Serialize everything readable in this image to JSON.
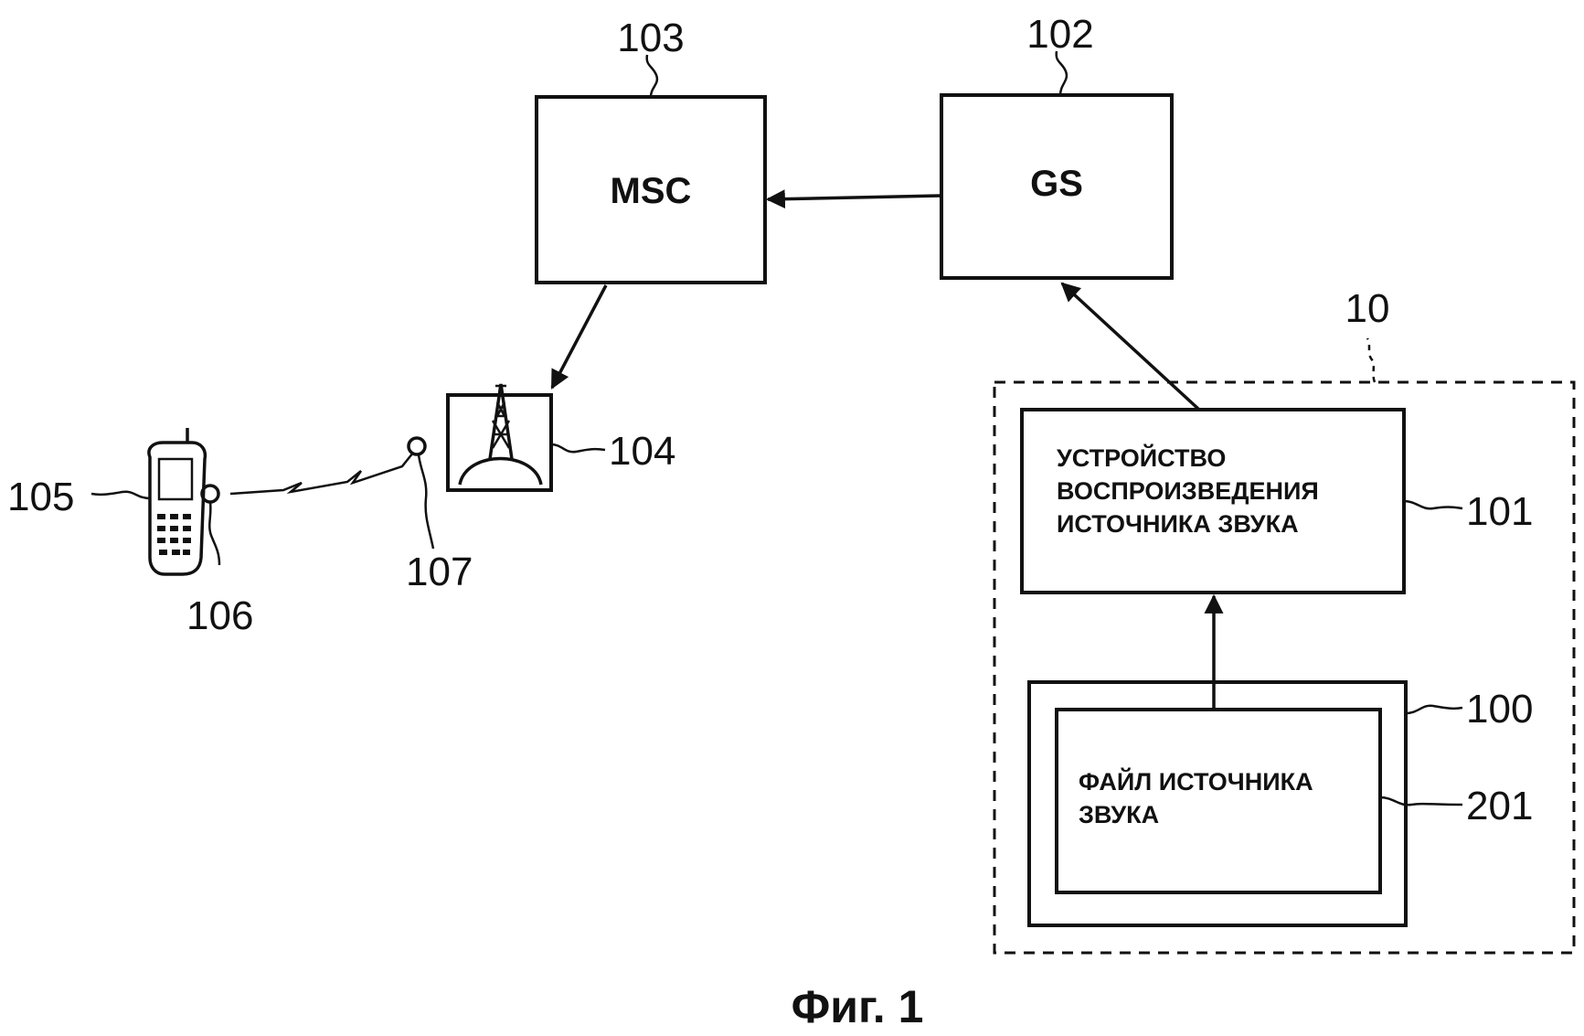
{
  "blocks": {
    "msc": {
      "label": "MSC",
      "ref": "103"
    },
    "gs": {
      "label": "GS",
      "ref": "102"
    },
    "base_station": {
      "ref": "104"
    },
    "mobile": {
      "ref": "105"
    },
    "mobile_antenna": {
      "ref": "106"
    },
    "station_antenna": {
      "ref": "107"
    },
    "system": {
      "ref": "10"
    },
    "player": {
      "label_lines": [
        "УСТРОЙСТВО",
        "ВОСПРОИЗВЕДЕНИЯ",
        "ИСТОЧНИКА ЗВУКА"
      ],
      "ref": "101"
    },
    "storage": {
      "ref": "100"
    },
    "sound_file": {
      "label_lines": [
        "ФАЙЛ ИСТОЧНИКА",
        "ЗВУКА"
      ],
      "ref": "201"
    }
  },
  "caption": "Фиг. 1",
  "colors": {
    "ink": "#111111",
    "background": "#ffffff"
  },
  "icons": [
    "mobile-phone-icon",
    "antenna-tower-icon"
  ]
}
